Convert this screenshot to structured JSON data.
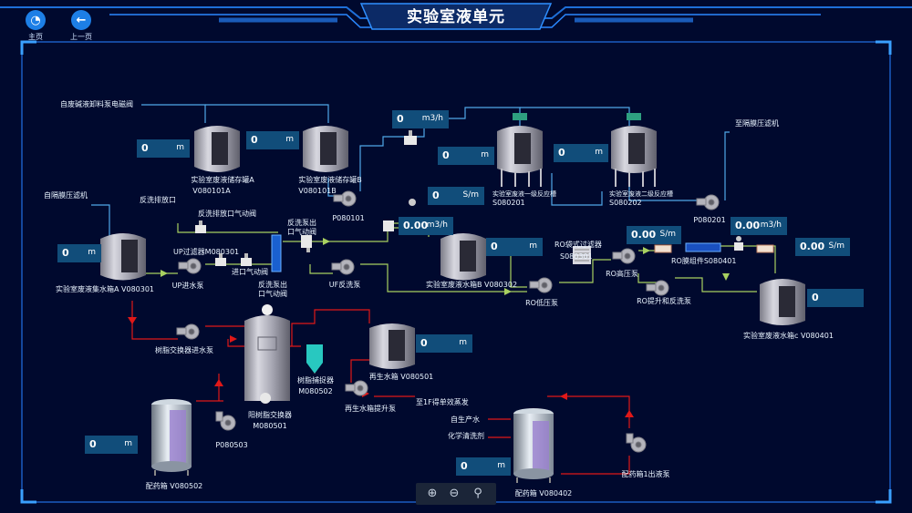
{
  "header": {
    "title": "实验室液单元",
    "home_label": "主页",
    "back_label": "上一页"
  },
  "readouts": {
    "v080101a": {
      "value": "0",
      "unit": "m"
    },
    "v080101b": {
      "value": "0",
      "unit": "m"
    },
    "flow_top": {
      "value": "0",
      "unit": "m3/h"
    },
    "s080201": {
      "value": "0",
      "unit": "m"
    },
    "s080202": {
      "value": "0",
      "unit": "m"
    },
    "speed_mid": {
      "value": "0",
      "unit": "S/m"
    },
    "flow_mid": {
      "value": "0.00",
      "unit": "m3/h"
    },
    "v080301": {
      "value": "0",
      "unit": "m"
    },
    "v080302": {
      "value": "0",
      "unit": "m"
    },
    "speed_ro": {
      "value": "0.00",
      "unit": "S/m"
    },
    "flow_ro": {
      "value": "0.00",
      "unit": "m3/h"
    },
    "speed_right": {
      "value": "0.00",
      "unit": "S/m"
    },
    "v080401": {
      "value": "0"
    },
    "v080501": {
      "value": "0",
      "unit": "m"
    },
    "v080502": {
      "value": "0",
      "unit": "m"
    },
    "v080402": {
      "value": "0",
      "unit": "m"
    }
  },
  "labels": {
    "valve_top": "自废碱液卸料泵电磁阀",
    "tank_a_name": "实验室废液储存罐A",
    "tank_a_code": "V080101A",
    "tank_b_name": "实验室废液储存罐B",
    "tank_b_code": "V080101B",
    "p080101": "P080101",
    "to_membrane": "至隔膜压滤机",
    "r1_name": "实验室废液一级反应槽",
    "r1_code": "S080201",
    "r2_name": "实验室废液二级反应槽",
    "r2_code": "S080202",
    "p080201": "P080201",
    "from_membrane": "自隔膜压滤机",
    "backwash_drain": "反洗排放口",
    "backwash_drain_valve": "反洗排放口气动阀",
    "backwash_pump_valve": "反洗泵出口气动阀",
    "up_filter": "UP过滤器M080301",
    "inlet_valve": "进口气动阀",
    "backwash_pump_valve2": "反洗泵出口气动阀",
    "uf_pump": "UF反洗泵",
    "up_pump": "UP进水泵",
    "tank_a_collect": "实验室废液集水箱A V080301",
    "tank_b_collect": "实验室废液水箱B V080302",
    "ro_bag": "RO袋式过滤器",
    "ro_bag_code": "S080301",
    "ro_high": "RO高压泵",
    "ro_low": "RO低压泵",
    "ro_membrane": "RO膜组件S080401",
    "ro_lift": "RO提升和反洗泵",
    "tank_c": "实验室废液水箱c V080401",
    "resin_pump": "树脂交换器进水泵",
    "resin_trap": "树脂捕捉器",
    "resin_trap_code": "M080502",
    "yang_resin": "阳树脂交换器",
    "yang_resin_code": "M080501",
    "regen_tank": "再生水箱 V080501",
    "regen_pump": "再生水箱提升泵",
    "to_1f": "至1F得单效蒸发",
    "self_produce": "自生产水",
    "chem_wash": "化学清洗剂",
    "p080503": "P080503",
    "dose_tank_1": "配药箱 V080502",
    "dose_tank_2": "配药箱 V080402",
    "dose_pump": "配药箱1出液泵"
  },
  "zoom": {
    "zoom_in": "⊕",
    "zoom_out": "⊖",
    "search": "⚲"
  },
  "colors": {
    "pipe_blue": "#4fa8e8",
    "pipe_green": "#a8d060",
    "pipe_red": "#e01818",
    "panel": "#114d7a",
    "frame": "#1e6fd8"
  }
}
